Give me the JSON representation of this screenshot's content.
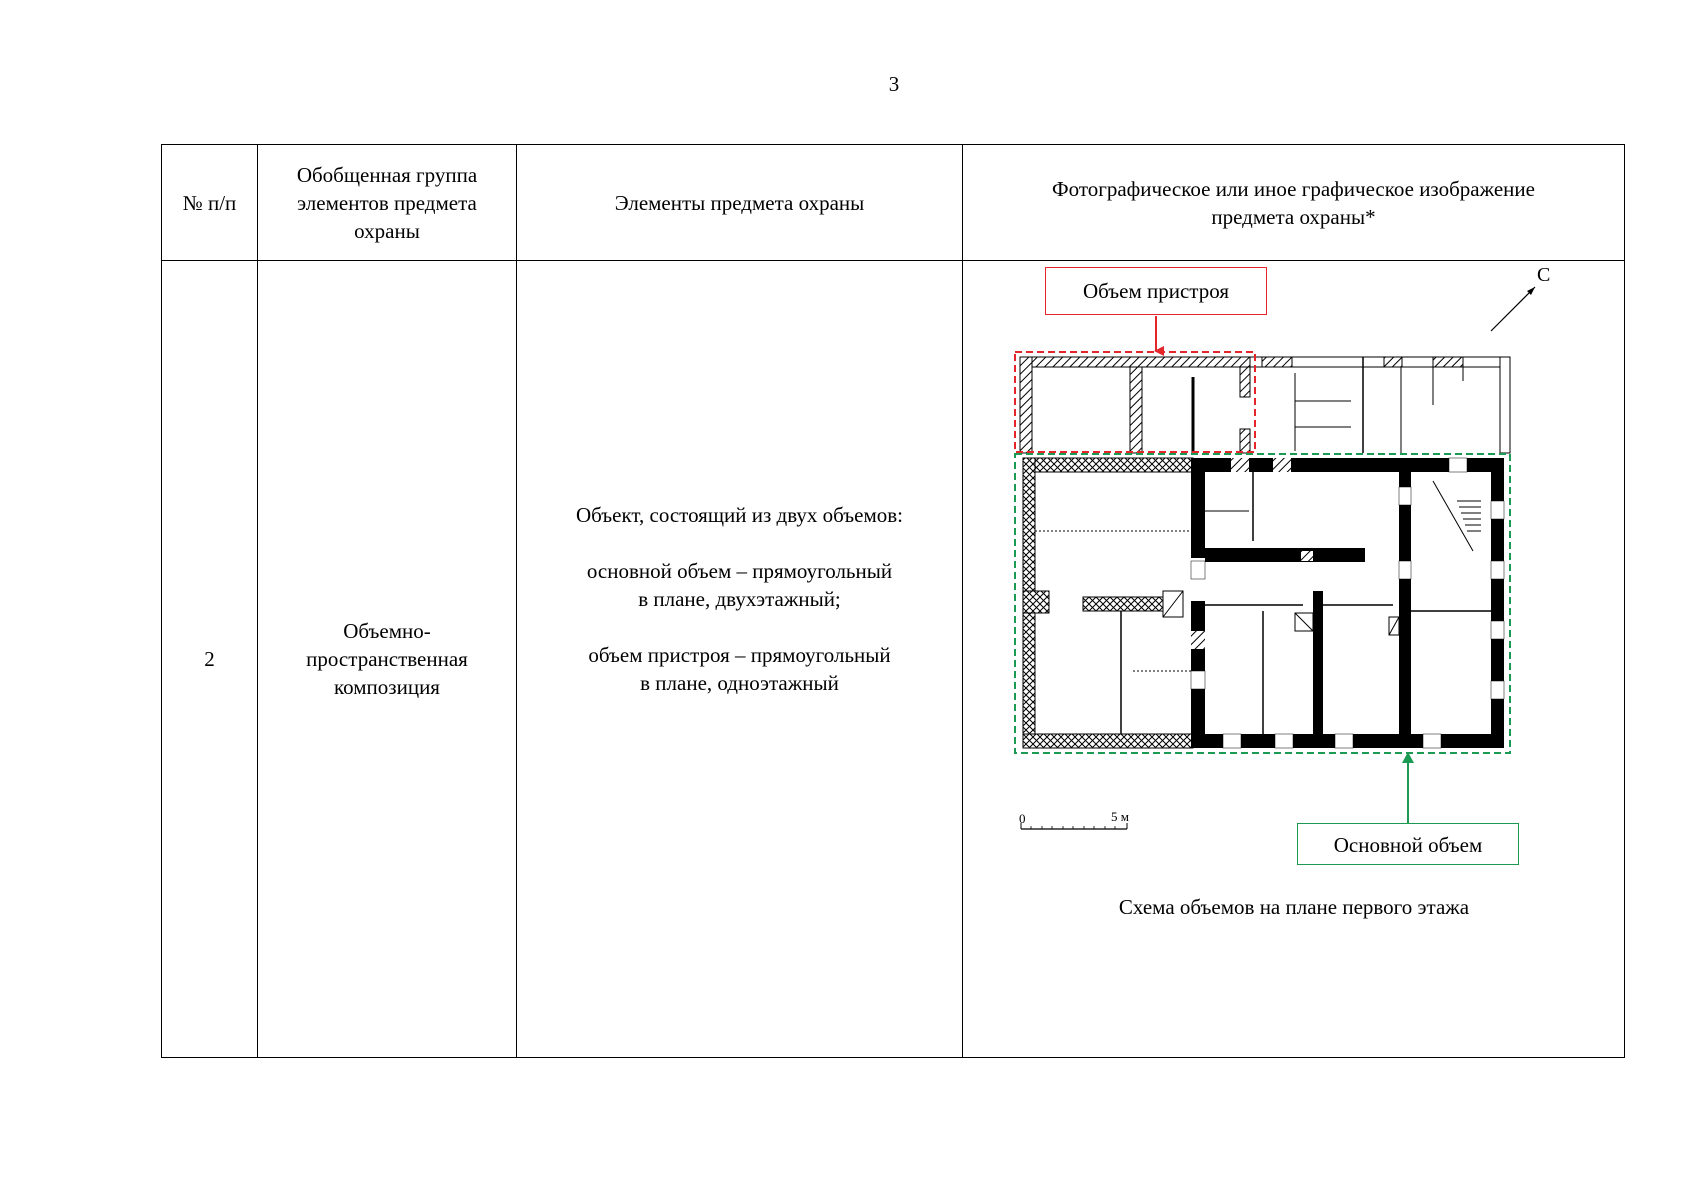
{
  "page": {
    "number": "3"
  },
  "table": {
    "headers": {
      "num": "№ п/п",
      "group": "Обобщенная группа\nэлементов предмета\nохраны",
      "elements": "Элементы предмета охраны",
      "image": "Фотографическое или иное графическое изображение\nпредмета охраны*"
    },
    "row": {
      "num": "2",
      "group": "Объемно-\nпространственная\nкомпозиция",
      "elements": "Объект, состоящий из двух объемов:\n\nосновной объем – прямоугольный\nв плане, двухэтажный;\n\nобъем пристроя – прямоугольный\nв плане, одноэтажный"
    }
  },
  "plan": {
    "annex_label": "Объем пристроя",
    "main_label": "Основной объем",
    "north": "С",
    "scale_start": "0",
    "scale_end": "5 м",
    "caption": "Схема объемов на плане первого этажа",
    "colors": {
      "annex": "#e4262b",
      "main": "#1a9a52",
      "wall": "#000000"
    },
    "icons": [
      "north-arrow-icon",
      "scale-bar-icon",
      "floor-plan-drawing"
    ]
  }
}
